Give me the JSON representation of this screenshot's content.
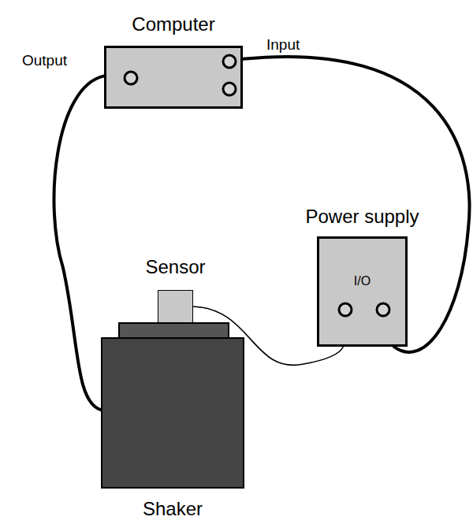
{
  "diagram": {
    "nodes": [
      {
        "text": [
          "Computer"
        ]
      },
      {
        "text": [
          "Power supply",
          "I/O"
        ]
      },
      {
        "text": [
          "Sensor"
        ]
      },
      {
        "text": [
          "Shaker"
        ]
      }
    ],
    "edges": [
      {
        "from": 0,
        "to": 3,
        "arrow": "none"
      },
      {
        "from": 0,
        "to": 1,
        "arrow": "none"
      },
      {
        "from": 2,
        "to": 1,
        "arrow": "none"
      }
    ],
    "labels": [
      "Output",
      "Input"
    ]
  }
}
